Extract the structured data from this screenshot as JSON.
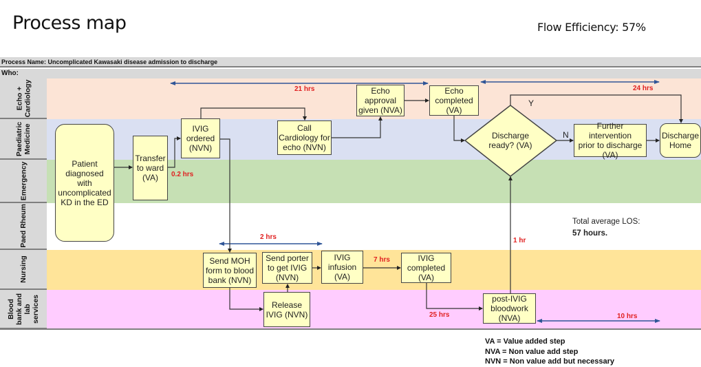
{
  "header": {
    "title": "Process map",
    "flow_efficiency": "Flow Efficiency: 57%"
  },
  "process_name": "Process Name:  Uncomplicated Kawasaki disease admission to discharge",
  "who_label": "Who:",
  "lanes": [
    {
      "id": "echo",
      "label": "Echo +\nCardiology",
      "color": "#fce4d6"
    },
    {
      "id": "paed-med",
      "label": "Paediatric\nMedicine",
      "color": "#dae0f2"
    },
    {
      "id": "emergency",
      "label": "Emergency",
      "color": "#c6e0b4"
    },
    {
      "id": "paed-rheum",
      "label": "Paed Rheum",
      "color": "#ffffff"
    },
    {
      "id": "nursing",
      "label": "Nursing",
      "color": "#ffe499"
    },
    {
      "id": "blood-bank",
      "label": "Blood\nbank and\nlab\nservices",
      "color": "#ffccff"
    }
  ],
  "steps": {
    "patient": "Patient\ndiagnosed\nwith\nuncomplicated\nKD in the ED",
    "transfer": "Transfer\nto ward\n(VA)",
    "ivig_ordered": "IVIG\nordered\n(NVN)",
    "call_cardiology": "Call\nCardiology for\necho (NVN)",
    "echo_approval": "Echo\napproval\ngiven (NVA)",
    "echo_completed": "Echo\ncompleted\n(VA)",
    "discharge_ready": "Discharge\nready? (VA)",
    "further_intervention": "Further intervention\nprior to discharge\n(VA)",
    "discharge_home": "Discharge\nHome",
    "send_moh": "Send MOH\nform to blood\nbank (NVN)",
    "send_porter": "Send porter\nto get IVIG\n(NVN)",
    "release_ivig": "Release\nIVIG (NVN)",
    "ivig_infusion": "IVIG\ninfusion\n(VA)",
    "ivig_completed": "IVIG\ncompleted\n(VA)",
    "post_ivig": "post-IVIG\nbloodwork\n(NVA)"
  },
  "decision_labels": {
    "yes": "Y",
    "no": "N"
  },
  "durations": {
    "d_0_2": "0.2 hrs",
    "d_21": "21 hrs",
    "d_24": "24 hrs",
    "d_2": "2 hrs",
    "d_7": "7 hrs",
    "d_25": "25 hrs",
    "d_1": "1 hr",
    "d_10": "10 hrs"
  },
  "los": {
    "label": "Total average LOS:",
    "value": "57 hours."
  },
  "legend": [
    "VA = Value added step",
    "NVA = Non value add step",
    "NVN = Non value add but necessary"
  ],
  "colors": {
    "box_fill": "#ffffc5",
    "duration_text": "#e02020",
    "timeline_arrow": "#2f5597"
  }
}
